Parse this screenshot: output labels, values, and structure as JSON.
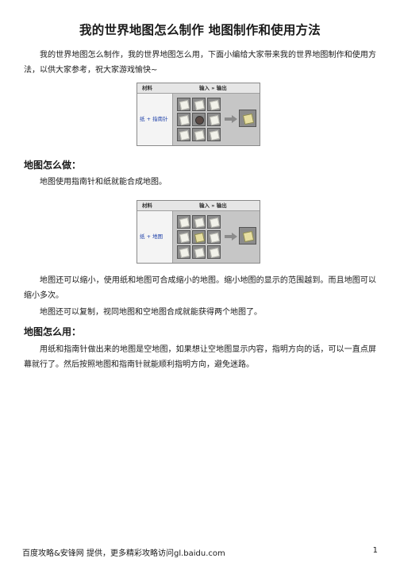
{
  "doc": {
    "title": "我的世界地图怎么制作 地图制作和使用方法",
    "intro": "我的世界地图怎么制作，我的世界地图怎么用，下面小编给大家带来我的世界地图制作和使用方法，以供大家参考，祝大家游戏愉快~",
    "section1_heading": "地图怎么做：",
    "section1_text": "地图使用指南针和纸就能合成地图。",
    "para_zoom": "地图还可以缩小，使用纸和地图可合成缩小的地图。缩小地图的显示的范围越到。而且地图可以缩小多次。",
    "para_copy": "地图还可以复制，视同地图和空地图合成就能获得两个地图了。",
    "section2_heading": "地图怎么用：",
    "section2_text": "用纸和指南针做出来的地图是空地图，如果想让空地图显示内容，指明方向的话，可以一直点屏幕就行了。然后按照地图和指南针就能顺利指明方向，避免迷路。"
  },
  "recipe1": {
    "header_materials": "材料",
    "header_io": "输入 » 输出",
    "materials_label": "纸 + 指南针",
    "slot_icons": [
      "paper-icon",
      "paper-icon",
      "paper-icon",
      "paper-icon",
      "compass-icon",
      "paper-icon",
      "paper-icon",
      "paper-icon",
      "paper-icon"
    ],
    "output_icon": "empty-map-icon"
  },
  "recipe2": {
    "header_materials": "材料",
    "header_io": "输入 » 输出",
    "materials_label": "纸 + 地图",
    "slot_icons": [
      "paper-icon",
      "paper-icon",
      "paper-icon",
      "paper-icon",
      "map-icon",
      "paper-icon",
      "paper-icon",
      "paper-icon",
      "paper-icon"
    ],
    "output_icon": "map-icon"
  },
  "footer": {
    "source": "百度攻略&安锋网 提供，更多精彩攻略访问gl.baidu.com",
    "page_number": "1"
  }
}
